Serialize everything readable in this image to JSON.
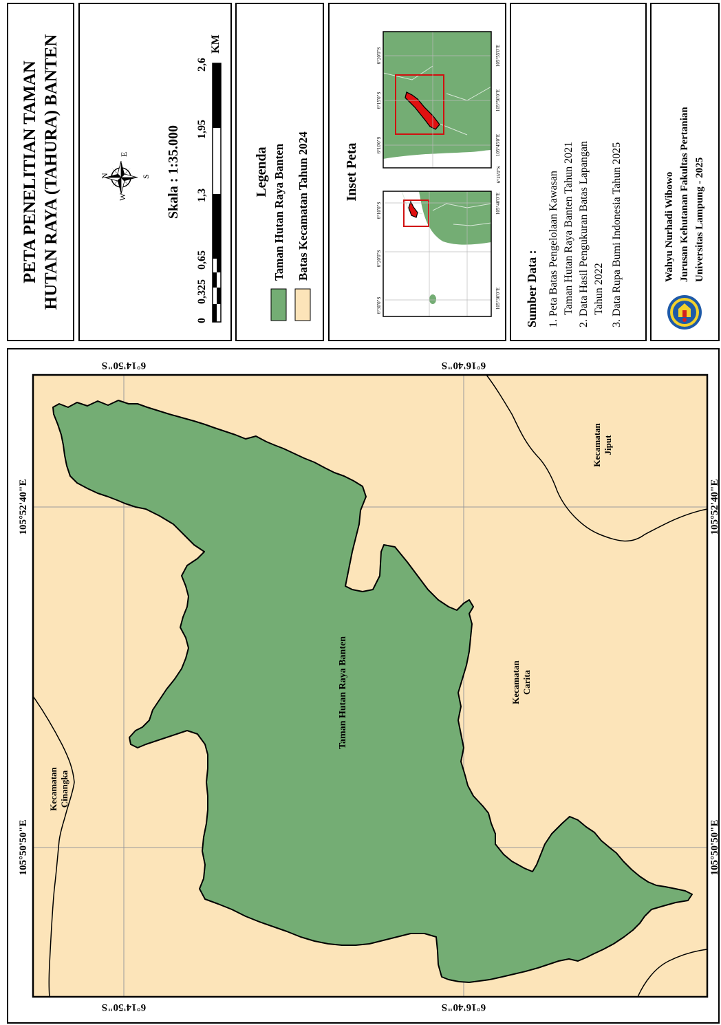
{
  "title": {
    "line1": "PETA PENELITIAN TAMAN",
    "line2": "HUTAN RAYA (TAHURA) BANTEN"
  },
  "compass": {
    "n": "N",
    "s": "S",
    "e": "E",
    "w": "W"
  },
  "scale": {
    "text": "Skala : 1:35.000",
    "ticks": [
      "0",
      "0,325",
      "0,65",
      "1,3",
      "1,95",
      "2,6"
    ],
    "unit": "KM"
  },
  "legend": {
    "title": "Legenda",
    "items": [
      {
        "label": "Taman Hutan Raya Banten",
        "color": "#74ad74"
      },
      {
        "label": "Batas Kecamatan Tahun 2024",
        "color": "#fce4b9"
      }
    ]
  },
  "inset": {
    "title": "Inset Peta",
    "left": {
      "x_labels": [
        "105°30'0\"E",
        "105°40'0\"E"
      ],
      "y_labels": [
        "6°10'0\"S",
        "6°20'0\"S",
        "6°30'0\"S"
      ]
    },
    "right": {
      "x_labels": [
        "105°45'0\"E",
        "105°50'0\"E",
        "105°55'0\"E"
      ],
      "y_labels": [
        "6°10'0\"S",
        "6°15'0\"S",
        "6°20'0\"S"
      ],
      "bottom_label": "6°15'0\"S"
    }
  },
  "sources": {
    "title": "Sumber Data :",
    "items": [
      "1. Peta Batas Pengelolaan Kawasan",
      "Taman Hutan Raya Banten Tahun 2021",
      "2. Data Hasil Pengukuran Batas Lapangan",
      "Tahun 2022",
      "3. Data Rupa Bumi Indonesia Tahun 2025"
    ]
  },
  "author": {
    "name": "Wahyu Nurhadi Wibowo",
    "dept": "Jurusan Kehutanan Fakultas Pertanian",
    "univ": "Universitas Lampung - 2025"
  },
  "map": {
    "colors": {
      "forest": "#74ad74",
      "land": "#fce4b9"
    },
    "lon_left": "105°50'50\"E",
    "lon_right": "105°52'40\"E",
    "lat_top": "6°14'50\"S",
    "lat_bottom": "6°16'40\"S",
    "labels": {
      "tahura": "Taman Hutan Raya Banten",
      "carita1": "Kecamatan",
      "carita2": "Carita",
      "jiput1": "Kecamatan",
      "jiput2": "Jiput",
      "cinangka1": "Kecamatan",
      "cinangka2": "Cinangka"
    }
  }
}
